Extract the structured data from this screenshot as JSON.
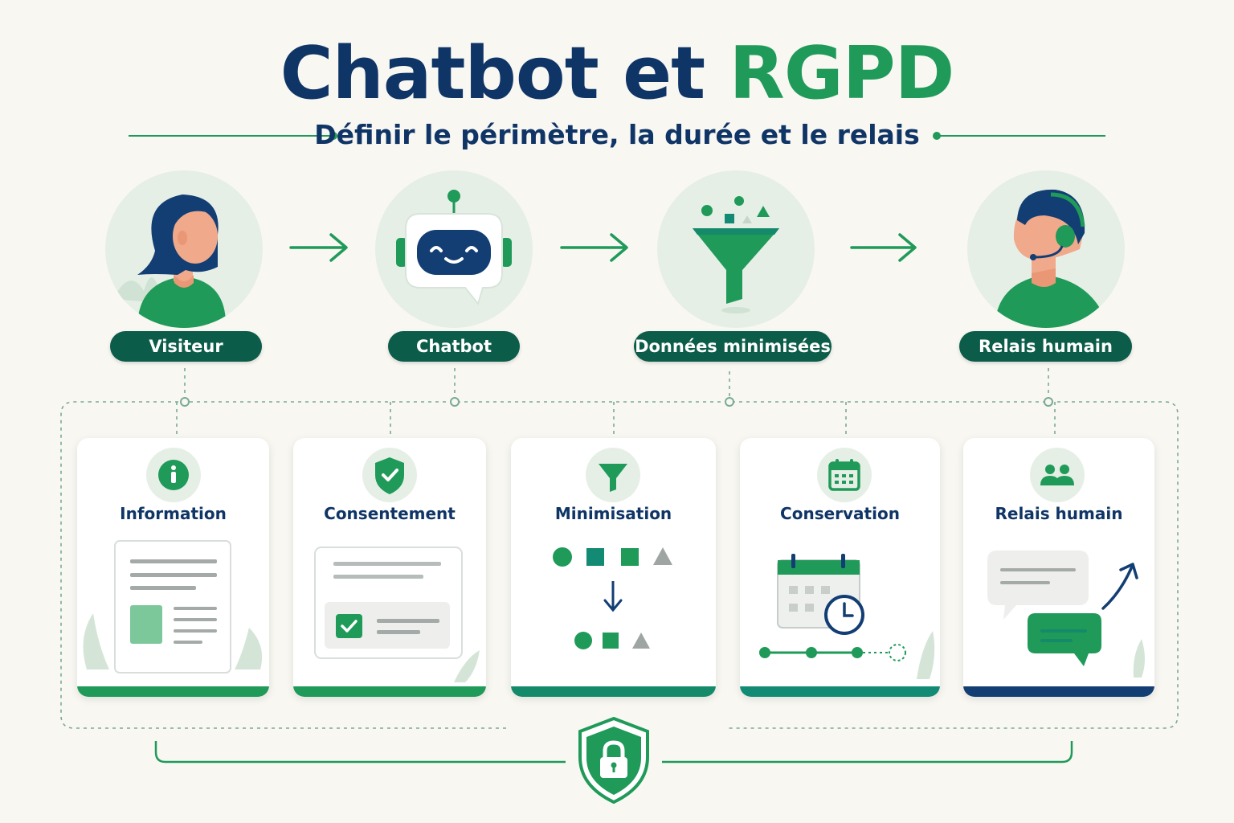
{
  "title": {
    "part1": "Chatbot et ",
    "part2": "RGPD"
  },
  "subtitle": "Définir le périmètre, la durée et le relais",
  "flow": [
    {
      "label": "Visiteur",
      "icon": "visitor-woman-icon"
    },
    {
      "label": "Chatbot",
      "icon": "robot-chat-icon"
    },
    {
      "label": "Données minimisées",
      "icon": "funnel-icon"
    },
    {
      "label": "Relais humain",
      "icon": "agent-headset-icon"
    }
  ],
  "cards": [
    {
      "title": "Information",
      "icon": "info-icon",
      "bar_color": "#1f9a59"
    },
    {
      "title": "Consentement",
      "icon": "shield-check-icon",
      "bar_color": "#1f9a59"
    },
    {
      "title": "Minimisation",
      "icon": "filter-icon",
      "bar_color": "#148a6b"
    },
    {
      "title": "Conservation",
      "icon": "calendar-icon",
      "bar_color": "#138a73"
    },
    {
      "title": "Relais humain",
      "icon": "people-icon",
      "bar_color": "#123e74"
    }
  ],
  "colors": {
    "navy": "#0f3466",
    "green": "#1f9a59",
    "dark_green": "#0b5c48",
    "background": "#f8f7f2"
  },
  "footer_icon": "shield-lock-icon"
}
